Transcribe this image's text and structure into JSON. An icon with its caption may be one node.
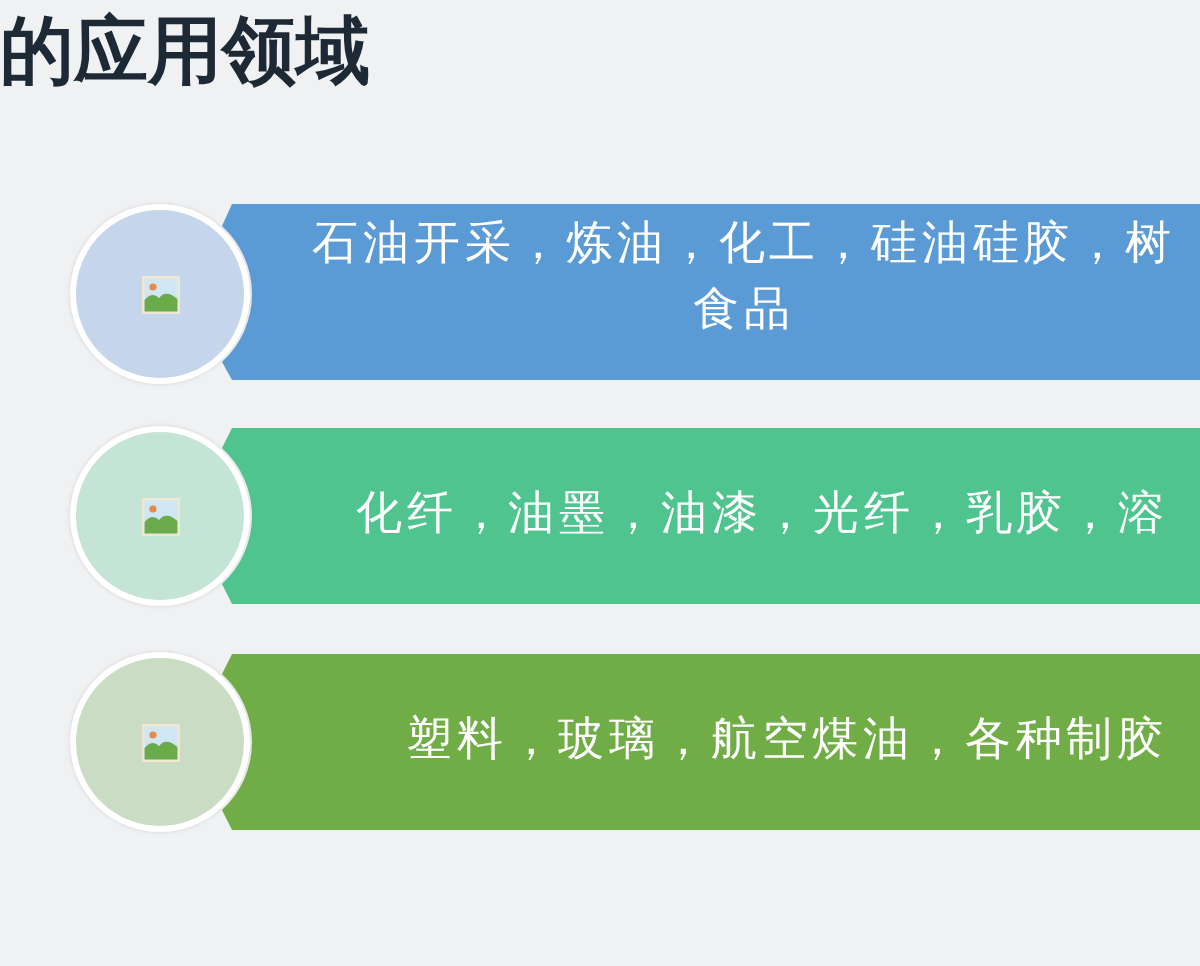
{
  "diagram": {
    "title": "的应用领域",
    "nodes": [
      {
        "text": [],
        "shape": "circle"
      },
      {
        "text": [
          "石油开采，炼油，化工，硅油硅胶，树食品"
        ]
      },
      {
        "text": [],
        "shape": "circle"
      },
      {
        "text": [
          "化纤，油墨，油漆，光纤，乳胶，溶"
        ]
      },
      {
        "text": [],
        "shape": "circle"
      },
      {
        "text": [
          "塑料，玻璃，航空煤油，各种制胶"
        ]
      }
    ]
  }
}
